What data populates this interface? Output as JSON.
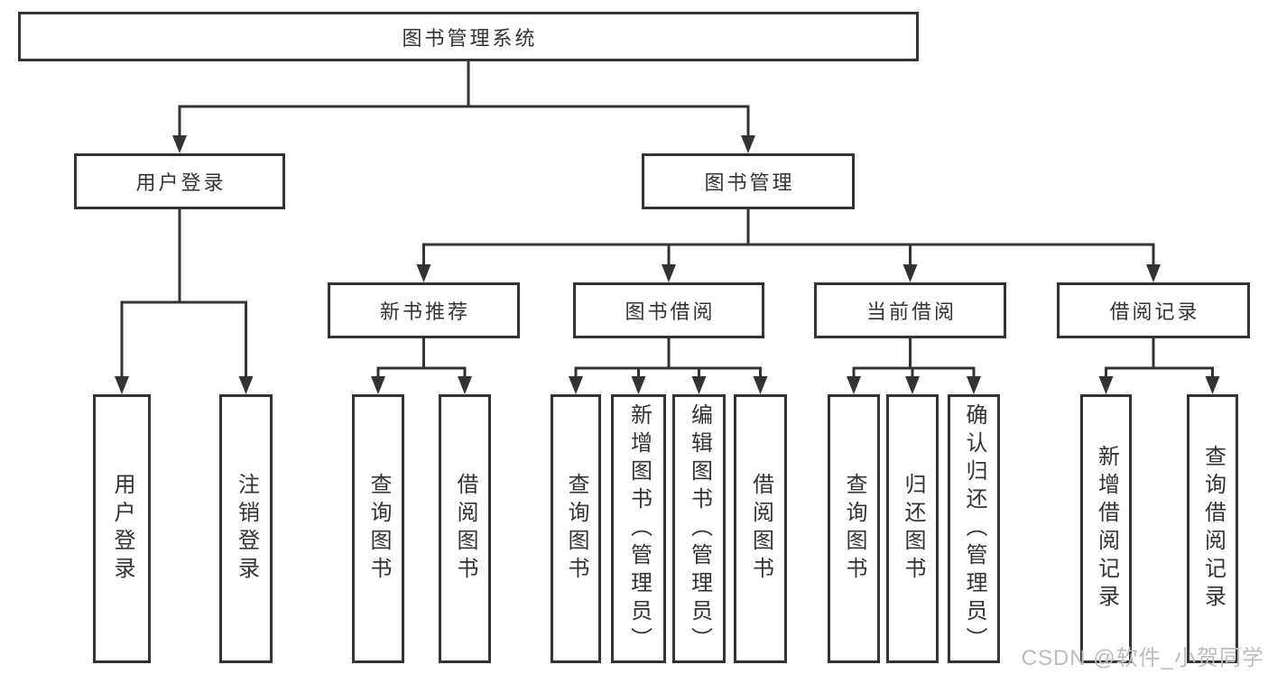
{
  "colors": {
    "line": "#333333",
    "text": "#333333",
    "background": "#ffffff",
    "watermark": "#bdbdbd"
  },
  "watermark": "CSDN @软件_小贺同学",
  "tree": {
    "label": "图书管理系统",
    "children": [
      {
        "label": "用户登录",
        "children": [
          {
            "label": "用户登录"
          },
          {
            "label": "注销登录"
          }
        ]
      },
      {
        "label": "图书管理",
        "children": [
          {
            "label": "新书推荐",
            "children": [
              {
                "label": "查询图书"
              },
              {
                "label": "借阅图书"
              }
            ]
          },
          {
            "label": "图书借阅",
            "children": [
              {
                "label": "查询图书"
              },
              {
                "label": "新增图书（管理员）"
              },
              {
                "label": "编辑图书（管理员）"
              },
              {
                "label": "借阅图书"
              }
            ]
          },
          {
            "label": "当前借阅",
            "children": [
              {
                "label": "查询图书"
              },
              {
                "label": "归还图书"
              },
              {
                "label": "确认归还（管理员）"
              }
            ]
          },
          {
            "label": "借阅记录",
            "children": [
              {
                "label": "新增借阅记录"
              },
              {
                "label": "查询借阅记录"
              }
            ]
          }
        ]
      }
    ]
  }
}
